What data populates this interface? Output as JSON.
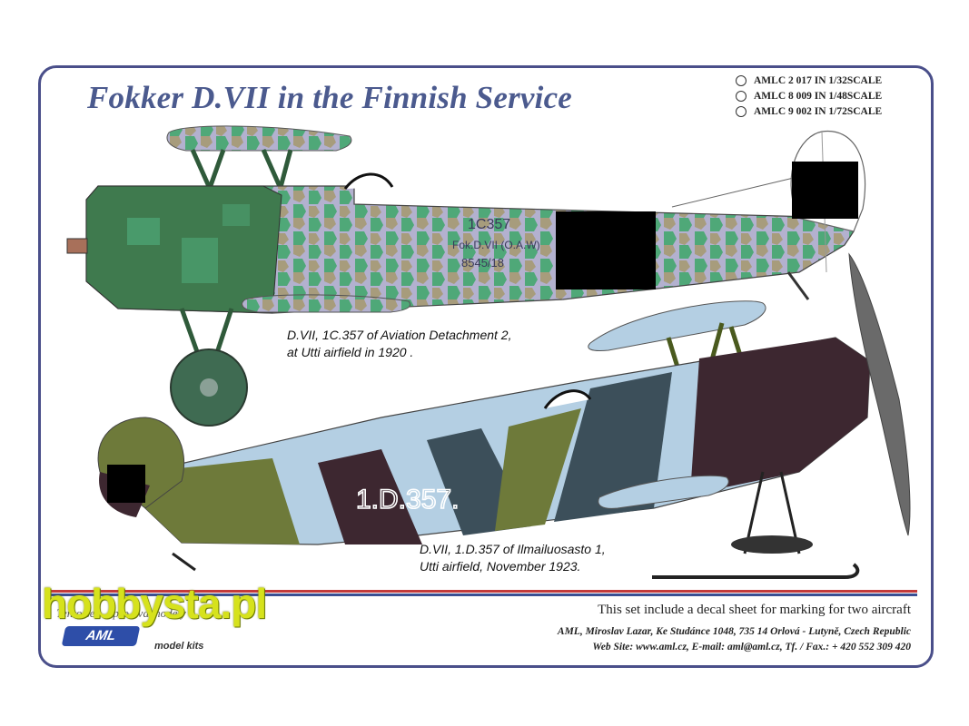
{
  "title": "Fokker D.VII in the Finnish Service",
  "scales": [
    "AMLC 2 017 IN 1/32SCALE",
    "AMLC 8 009 IN 1/48SCALE",
    "AMLC 9 002 IN 1/72SCALE"
  ],
  "aircraft1": {
    "caption_line1": "D.VII, 1C.357 of  Aviation Detachment 2,",
    "caption_line2": "at Utti airfield in 1920 .",
    "marking_code": "1C357",
    "marking_type": "Fok.D.VII (O.A.W)",
    "marking_serial": "8545/18"
  },
  "aircraft2": {
    "caption_line1": "D.VII, 1.D.357 of Ilmailuosasto 1,",
    "caption_line2": "Utti airfield, November 1923.",
    "fuselage_code": "1.D.357."
  },
  "footer": {
    "english": "This set include a decal sheet for marking for two aircraft",
    "czech": "Tento set ... pro dva modely",
    "address": "AML, Miroslav Lazar, Ke Studánce 1048, 735 14 Orlová - Lutyně, Czech Republic",
    "web": "Web Site: www.aml.cz, E-mail:  aml@aml.cz, Tf. / Fax.: + 420 552 309 420",
    "logo": "AML",
    "model_kits": "model kits"
  },
  "watermark": "hobbysta.pl",
  "colors": {
    "border": "#4a4f8a",
    "title": "#4b5a8e",
    "stripe_red": "#c33a3a",
    "stripe_blue": "#3b4f93",
    "camo_green": "#3f7a4e",
    "camo_light_green": "#4fa878",
    "camo_lilac": "#b3b1cf",
    "camo_olive": "#6e7a3a",
    "camo_dark_brown": "#3d2730",
    "camo_light_blue": "#b4cfe3",
    "camo_slate": "#3c4f5a",
    "watermark": "#d6e21c"
  },
  "icons": {
    "logo": "aml-logo-icon",
    "radio": "radio-circle-icon"
  }
}
